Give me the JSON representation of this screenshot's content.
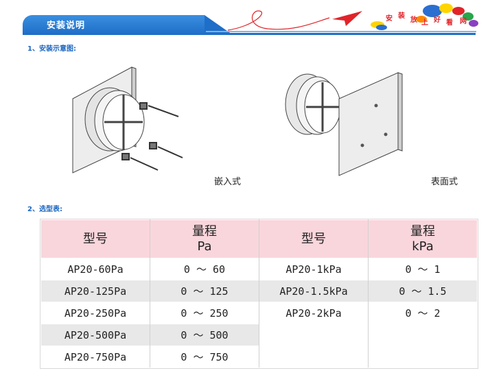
{
  "header": {
    "title": "安装说明",
    "slogan": [
      "安",
      "装",
      "放",
      "上",
      "好",
      "看",
      "网"
    ],
    "colors": {
      "banner": "#1f6ec8",
      "accent": "#e0242a",
      "label": "#1b66c0",
      "table_head": "#f9d6dc"
    }
  },
  "sections": {
    "install_diagram": "1、安装示意图:",
    "selection_table": "2、选型表:"
  },
  "captions": {
    "embedded": "嵌入式",
    "surface": "表面式"
  },
  "table": {
    "headers": [
      {
        "line1": "型号",
        "line2": ""
      },
      {
        "line1": "量程",
        "line2": "Pa"
      },
      {
        "line1": "型号",
        "line2": ""
      },
      {
        "line1": "量程",
        "line2": "kPa"
      }
    ],
    "rows": [
      [
        "AP20-60Pa",
        "0 ～ 60",
        "AP20-1kPa",
        "0 ～ 1"
      ],
      [
        "AP20-125Pa",
        "0 ～ 125",
        "AP20-1.5kPa",
        "0 ～ 1.5"
      ],
      [
        "AP20-250Pa",
        "0 ～ 250",
        "AP20-2kPa",
        "0 ～ 2"
      ],
      [
        "AP20-500Pa",
        "0 ～ 500",
        "",
        ""
      ],
      [
        "AP20-750Pa",
        "0 ～ 750",
        "",
        ""
      ]
    ]
  }
}
